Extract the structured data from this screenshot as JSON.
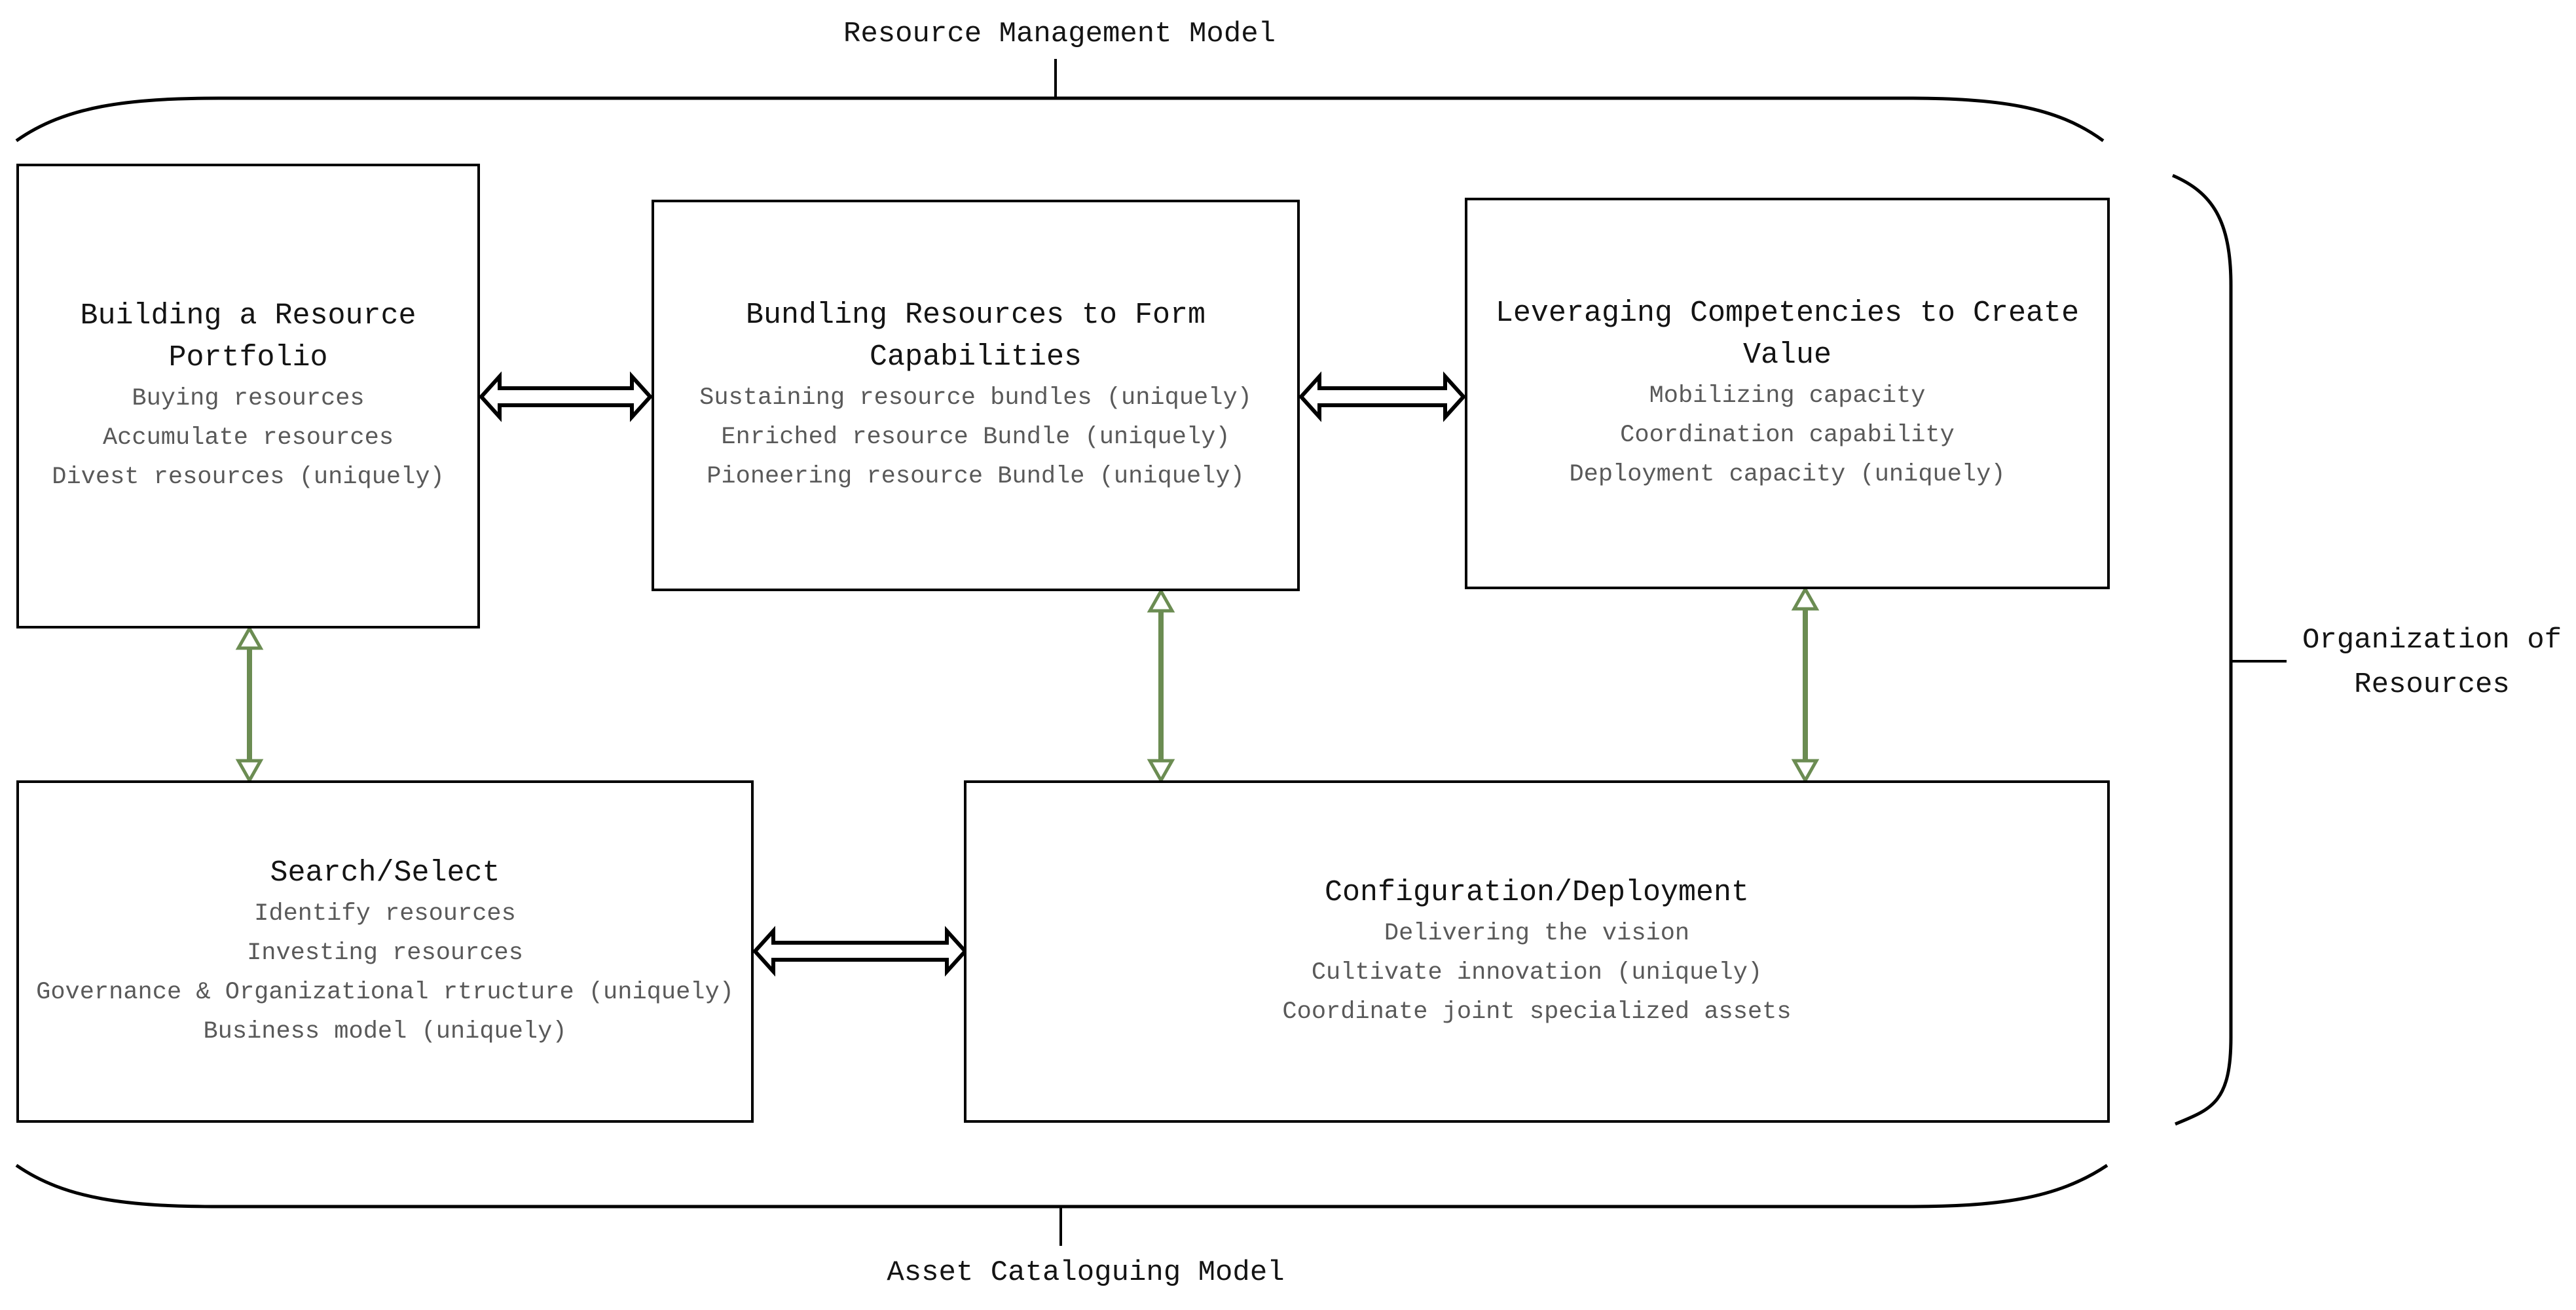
{
  "labels": {
    "top": "Resource Management Model",
    "right": "Organization of\nResources",
    "bottom": "Asset Cataloguing Model"
  },
  "boxes": [
    {
      "title": "Building a Resource\nPortfolio",
      "items": [
        "Buying resources",
        "Accumulate resources",
        "Divest resources (uniquely)"
      ]
    },
    {
      "title": "Bundling Resources to Form\nCapabilities",
      "items": [
        "Sustaining resource bundles (uniquely)",
        "Enriched resource Bundle (uniquely)",
        "Pioneering resource Bundle (uniquely)"
      ]
    },
    {
      "title": "Leveraging Competencies to Create\nValue",
      "items": [
        "Mobilizing capacity",
        "Coordination capability",
        "Deployment capacity (uniquely)"
      ]
    },
    {
      "title": "Search/Select",
      "items": [
        "Identify resources",
        "Investing resources",
        "Governance & Organizational rtructure (uniquely)",
        "Business model (uniquely)"
      ]
    },
    {
      "title": "Configuration/Deployment",
      "items": [
        "Delivering the vision",
        "Cultivate innovation (uniquely)",
        "Coordinate joint specialized assets"
      ]
    }
  ],
  "colors": {
    "line": "#000000",
    "title_text": "#141414",
    "body_text": "#595959",
    "arrow_green": "#6b8c52",
    "background": "#ffffff"
  }
}
